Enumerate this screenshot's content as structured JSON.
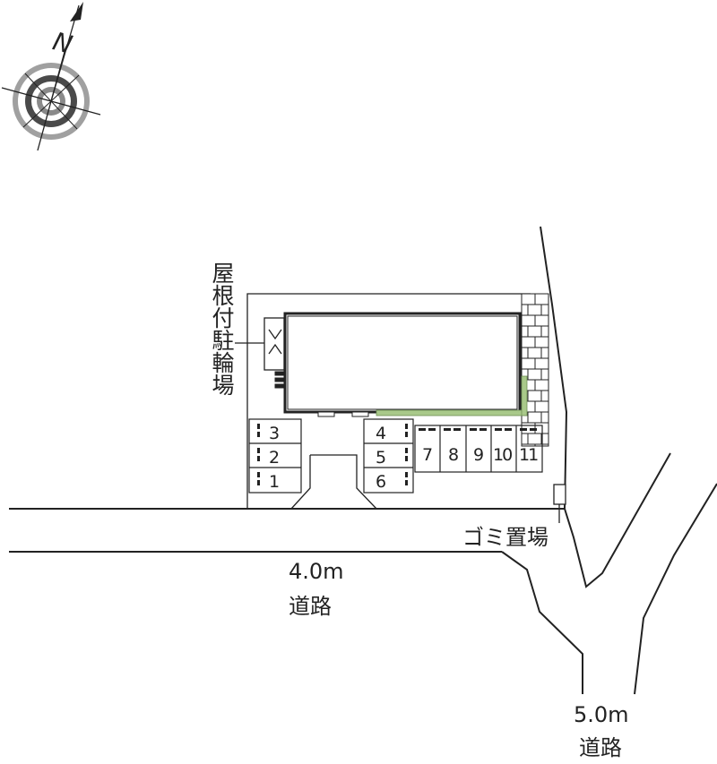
{
  "compass": {
    "north_label": "N",
    "icon": "compass-rose-icon"
  },
  "labels": {
    "bicycle_parking": "屋根付駐輪場",
    "garbage_area": "ゴミ置場",
    "road_main_width": "4.0m",
    "road_main_name": "道路",
    "road_branch_width": "5.0m",
    "road_branch_name": "道路"
  },
  "parking": {
    "left_column": [
      "3",
      "2",
      "1"
    ],
    "center_column": [
      "4",
      "5",
      "6"
    ],
    "right_row": [
      "7",
      "8",
      "9",
      "10",
      "11"
    ]
  },
  "colors": {
    "line": "#222222",
    "compass_gray": "#9a9a9a",
    "compass_dark": "#444444",
    "hedge_green": "#a9c98a"
  }
}
